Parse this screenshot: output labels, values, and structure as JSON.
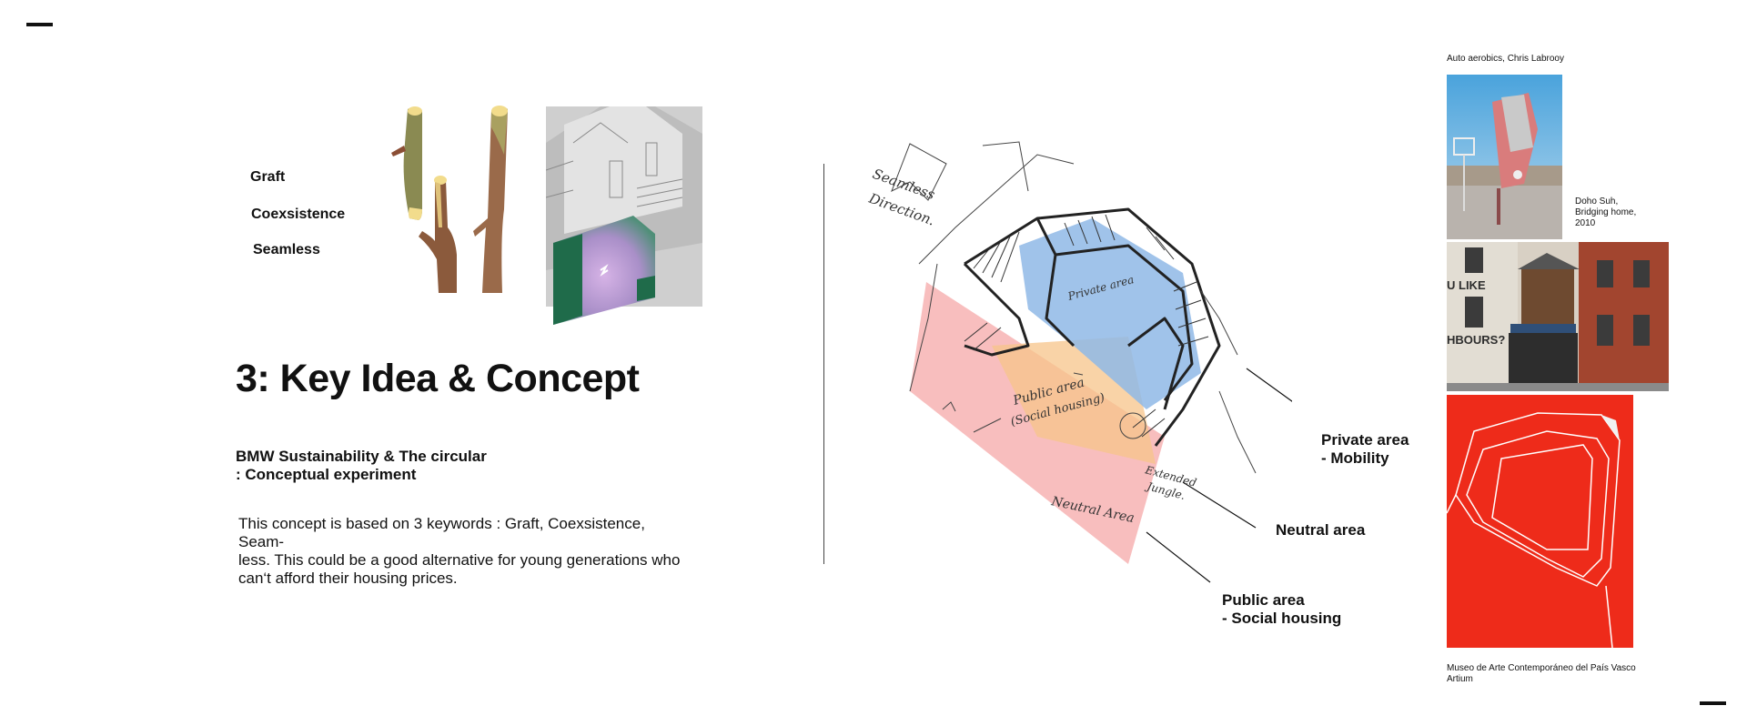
{
  "keywords": [
    "Graft",
    "Coexsistence",
    "Seamless"
  ],
  "title": "3: Key Idea & Concept",
  "subtitle_line1": "BMW Sustainability & The circular",
  "subtitle_line2": ": Conceptual experiment",
  "body": [
    "This concept is based on 3 keywords : Graft, Coexsistence, Seam-",
    "less. This could be a good alternative for young generations who",
    "can‘t afford their housing prices."
  ],
  "sketch": {
    "handwritten_direction": [
      "Seamless",
      "Direction."
    ],
    "handwritten_private": "Private area",
    "handwritten_public": [
      "Public area",
      "(Social housing)"
    ],
    "handwritten_neutral": "Neutral Area",
    "handwritten_extended": [
      "Extended",
      "Jungle."
    ],
    "labels": {
      "private": [
        "Private area",
        "- Mobility"
      ],
      "neutral": "Neutral area",
      "public": [
        "Public area",
        "- Social housing"
      ]
    }
  },
  "references": {
    "caption_top": "Auto aerobics, Chris Labrooy",
    "caption_doho": [
      "Doho Suh,",
      "Bridging home,",
      "2010"
    ],
    "caption_bottom": [
      "Museo de Arte Contemporáneo del País Vasco",
      "Artium"
    ],
    "wall_text_1": "U LIKE",
    "wall_text_2": "HBOURS?"
  },
  "colors": {
    "accent_red": "#ee2b1a",
    "sketch_blue": "#8fb9e6",
    "sketch_pink": "#f7b3b3",
    "sketch_orange": "#f7c48a",
    "house_green": "#1f6b4a",
    "house_gradient": "#c89ad6"
  }
}
